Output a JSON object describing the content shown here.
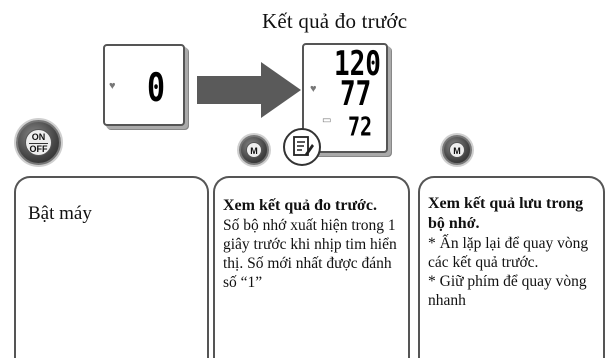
{
  "title": "Kết quả đo trước",
  "display_left": {
    "value": "0",
    "heart_icon": "heart-icon"
  },
  "display_right": {
    "systolic": "120",
    "diastolic": "77",
    "pulse": "72",
    "heart_icon": "heart-icon",
    "memory_icon": "memo-icon"
  },
  "buttons": {
    "on_off_top": "ON",
    "on_off_bottom": "OFF",
    "m_label": "M"
  },
  "box1": {
    "text": "Bật máy"
  },
  "box2": {
    "heading": "Xem kết quả đo trước.",
    "body": "Số bộ nhớ xuất hiện trong 1 giây trước khi nhịp tim hiển thị. Số mới nhất được đánh số “1”"
  },
  "box3": {
    "heading": "Xem kết quả lưu trong bộ nhớ.",
    "line1": "* Ấn lặp lại để quay vòng các kết quả trước.",
    "line2": "* Giữ phím để quay vòng nhanh"
  }
}
